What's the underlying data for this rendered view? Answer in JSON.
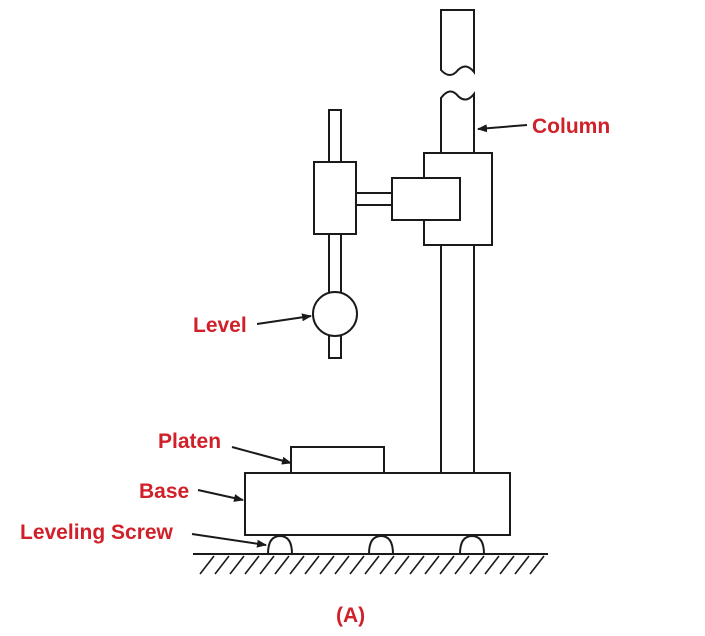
{
  "labels": {
    "column": "Column",
    "level": "Level",
    "platen": "Platen",
    "base": "Base",
    "leveling_screw": "Leveling Screw"
  },
  "caption": "(A)",
  "colors": {
    "label": "#d0202a",
    "line": "#1a1a1a"
  }
}
